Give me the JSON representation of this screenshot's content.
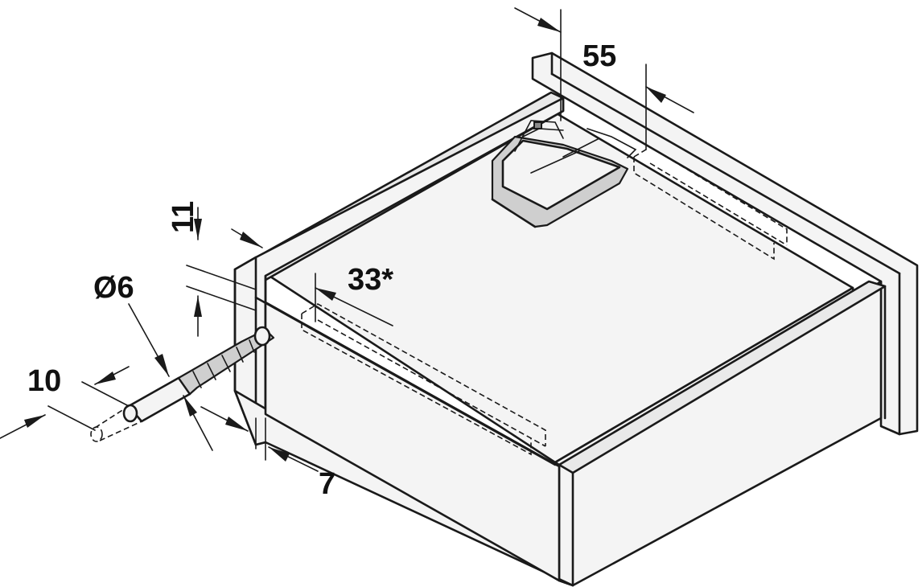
{
  "dimensions": {
    "d55": "55",
    "d11": "11",
    "d6": "Ø6",
    "d33": "33*",
    "d10": "10",
    "d7": "7"
  },
  "colors": {
    "line": "#1a1a1a",
    "panel": "#f4f4f4",
    "clip": "#cfcfcf"
  }
}
